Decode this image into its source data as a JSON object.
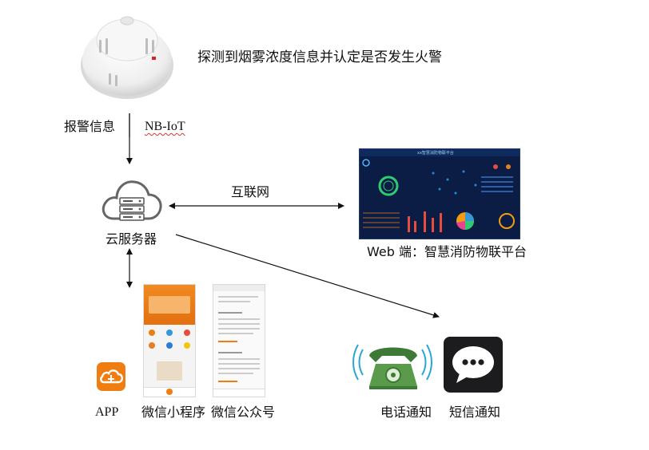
{
  "detector_caption": "探测到烟雾浓度信息并认定是否发生火警",
  "uplink_label_left": "报警信息",
  "uplink_label_right": "NB-IoT",
  "cloud_label": "云服务器",
  "internet_label": "互联网",
  "web_label": "Web 端：智慧消防物联平台",
  "web_dashboard_title": "xx智慧消防物联平台",
  "app_label": "APP",
  "miniprogram_label": "微信小程序",
  "official_account_label": "微信公众号",
  "phone_notify_label": "电话通知",
  "sms_notify_label": "短信通知",
  "colors": {
    "accent_orange": "#f07d12",
    "dashboard_bg": "#0b1d44",
    "phone_green": "#5b9a4a",
    "sms_bg": "#1c1c1e"
  }
}
